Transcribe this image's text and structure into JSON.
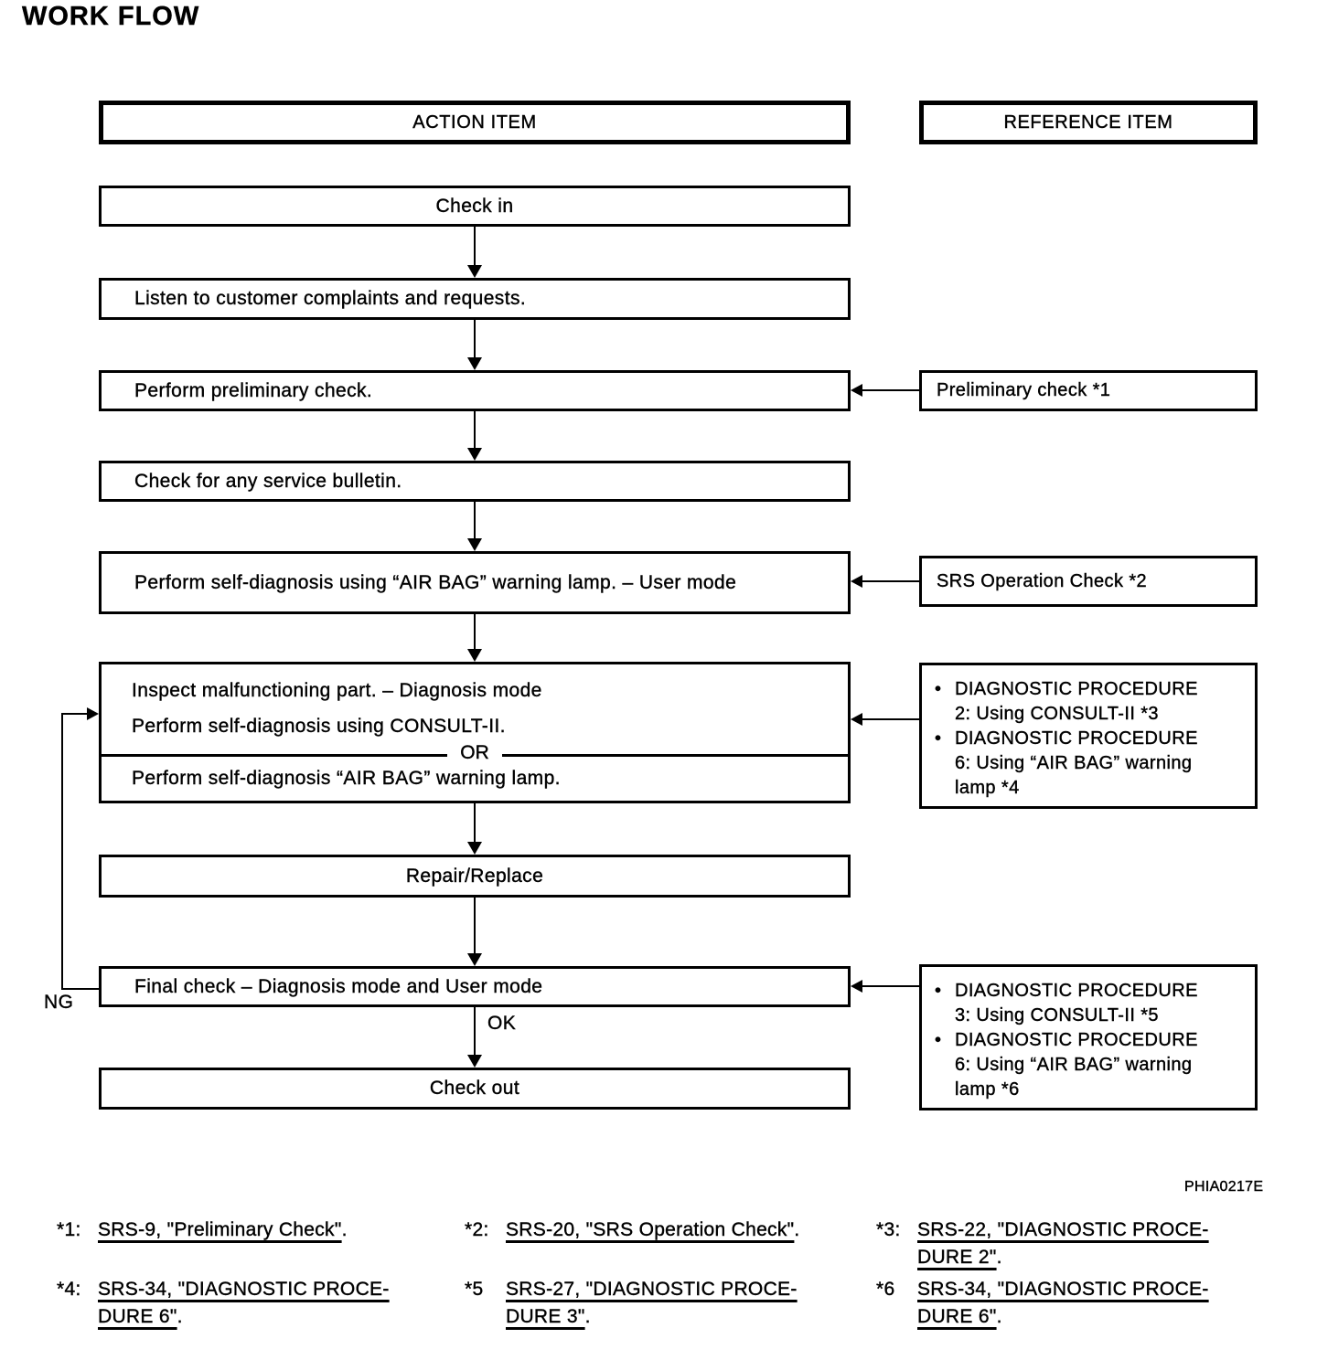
{
  "title": "WORK FLOW",
  "figure_code": "PHIA0217E",
  "colors": {
    "ink": "#000000",
    "paper": "#ffffff"
  },
  "glyphs": {
    "bullet": "•"
  },
  "headers": {
    "action": "ACTION ITEM",
    "reference": "REFERENCE ITEM"
  },
  "flow": {
    "check_in": "Check in",
    "listen": "Listen to customer complaints and requests.",
    "preliminary_check": "Perform preliminary check.",
    "service_bulletin": "Check for any service bulletin.",
    "self_diagnosis_user": "Perform self-diagnosis using “AIR BAG” warning lamp. – User mode",
    "inspect_part": "Inspect malfunctioning part. – Diagnosis mode",
    "self_diagnosis_consult": "Perform self-diagnosis using CONSULT-II.",
    "or": "OR",
    "self_diagnosis_lamp": "Perform self-diagnosis “AIR BAG” warning lamp.",
    "repair_replace": "Repair/Replace",
    "final_check": "Final check – Diagnosis mode and User mode",
    "ok": "OK",
    "ng": "NG",
    "check_out": "Check out"
  },
  "references": {
    "preliminary": "Preliminary check *1",
    "srs_operation": "SRS Operation Check *2",
    "diagnosis_box": {
      "item1_lines": [
        "DIAGNOSTIC PROCEDURE",
        "2: Using CONSULT-II *3"
      ],
      "item2_lines": [
        "DIAGNOSTIC PROCEDURE",
        "6: Using “AIR BAG” warning",
        "lamp *4"
      ]
    },
    "final_box": {
      "item1_lines": [
        "DIAGNOSTIC PROCEDURE",
        "3: Using CONSULT-II *5"
      ],
      "item2_lines": [
        "DIAGNOSTIC PROCEDURE",
        "6: Using “AIR BAG” warning",
        "lamp *6"
      ]
    }
  },
  "footnotes": [
    {
      "label": "*1:",
      "line1": "SRS-9, \"Preliminary Check\"",
      "suffix1": "."
    },
    {
      "label": "*2:",
      "line1": "SRS-20, \"SRS Operation Check\"",
      "suffix1": "."
    },
    {
      "label": "*3:",
      "line1": "SRS-22, \"DIAGNOSTIC PROCE-",
      "line2": "DURE 2\"",
      "suffix2": "."
    },
    {
      "label": "*4:",
      "line1": "SRS-34, \"DIAGNOSTIC PROCE-",
      "line2": "DURE 6\"",
      "suffix2": "."
    },
    {
      "label": "*5",
      "line1": "SRS-27, \"DIAGNOSTIC PROCE-",
      "line2": "DURE 3\"",
      "suffix2": "."
    },
    {
      "label": "*6",
      "line1": "SRS-34, \"DIAGNOSTIC PROCE-",
      "line2": "DURE 6\"",
      "suffix2": "."
    }
  ]
}
